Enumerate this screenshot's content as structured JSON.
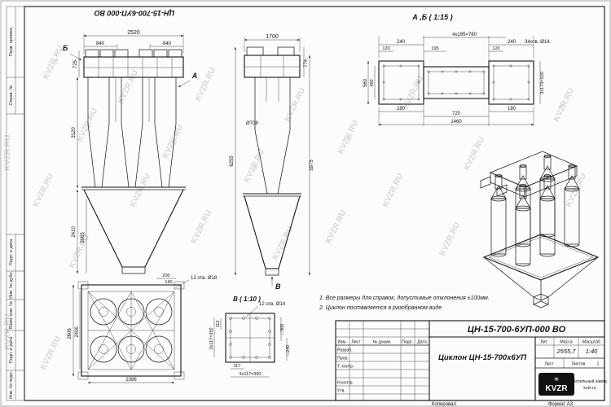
{
  "watermark": {
    "text": "KVZR.RU",
    "glyph": "≋"
  },
  "frame": {
    "left_labels": [
      "Перв. примен.",
      "Справ. №",
      "Подп. и дата",
      "Инв. № дубл.",
      "Взам. инв. №",
      "Подп. и дата",
      "Инв. № подл."
    ],
    "copied_label": "Копировал",
    "format_label": "Формат А3"
  },
  "views": {
    "front": {
      "label_a": "А",
      "label_b": "Б",
      "dim_2520": "2520",
      "dim_840a": "840",
      "dim_840b": "840",
      "dim_725": "725",
      "dim_3120": "3120",
      "dim_2410": "2410",
      "dim_2065": "2065"
    },
    "side": {
      "label_v": "В",
      "dim_1700": "1700",
      "dim_774": "774",
      "dim_d708": "Ø708",
      "dim_6255": "6255",
      "dim_5975": "5975"
    },
    "detail_ab": {
      "title": "А ,Б ( 1:15 )",
      "dim_4x195": "4х195=780",
      "dim_240l": "240",
      "dim_240r": "240",
      "dim_120l": "120",
      "dim_120r": "120",
      "dim_195": "195",
      "holes": "34отв. Ø14",
      "dim_560": "560",
      "dim_460": "460",
      "dim_3x173": "3х173=520",
      "dim_180l": "180",
      "dim_180r": "180",
      "dim_720": "720",
      "dim_1460": "1460"
    },
    "plan": {
      "dim_200": "200",
      "dim_140": "140",
      "holes": "12 отв. Ø18",
      "dim_2606": "2606",
      "dim_2406": "2406",
      "dim_2386": "2386"
    },
    "detail_v": {
      "title": "В ( 1:10 )",
      "holes": "12 отв. Ø14",
      "dim_117": "117",
      "dim_3x117_b": "3х117=350",
      "dim_3x117_l": "3х117=350",
      "dim_112": "112",
      "dim_sq300": "□300",
      "dim_sq240": "□240"
    }
  },
  "notes": [
    "1. Все размеры для справок, допустимые отклонения ±100мм.",
    "2. Циклон поставляется в разобранном виде."
  ],
  "title_block": {
    "designation": "ЦН-15-700-6УП-000 ВО",
    "name": "Циклон ЦН-15-700х6УП",
    "cols": {
      "izm": "Изм.",
      "list": "Лист",
      "doc": "№ докум.",
      "podp": "Подп.",
      "date": "Дата"
    },
    "rows": {
      "razrab": "Разраб.",
      "prov": "Пров.",
      "tkontr": "Т. контр.",
      "nkontr": "Н.контр.",
      "utv": "Утв."
    },
    "lit_label": "Лит.",
    "mass_label": "Масса",
    "scale_label": "Масштаб",
    "mass_value": "2555,7",
    "scale_value": "1:40",
    "sheet_label": "Лист",
    "sheets_label": "Листов",
    "sheets_value": "1",
    "logo_text": "KVZR",
    "company_line1": "Котельный завод",
    "company_line2": "kvzr.ru"
  }
}
